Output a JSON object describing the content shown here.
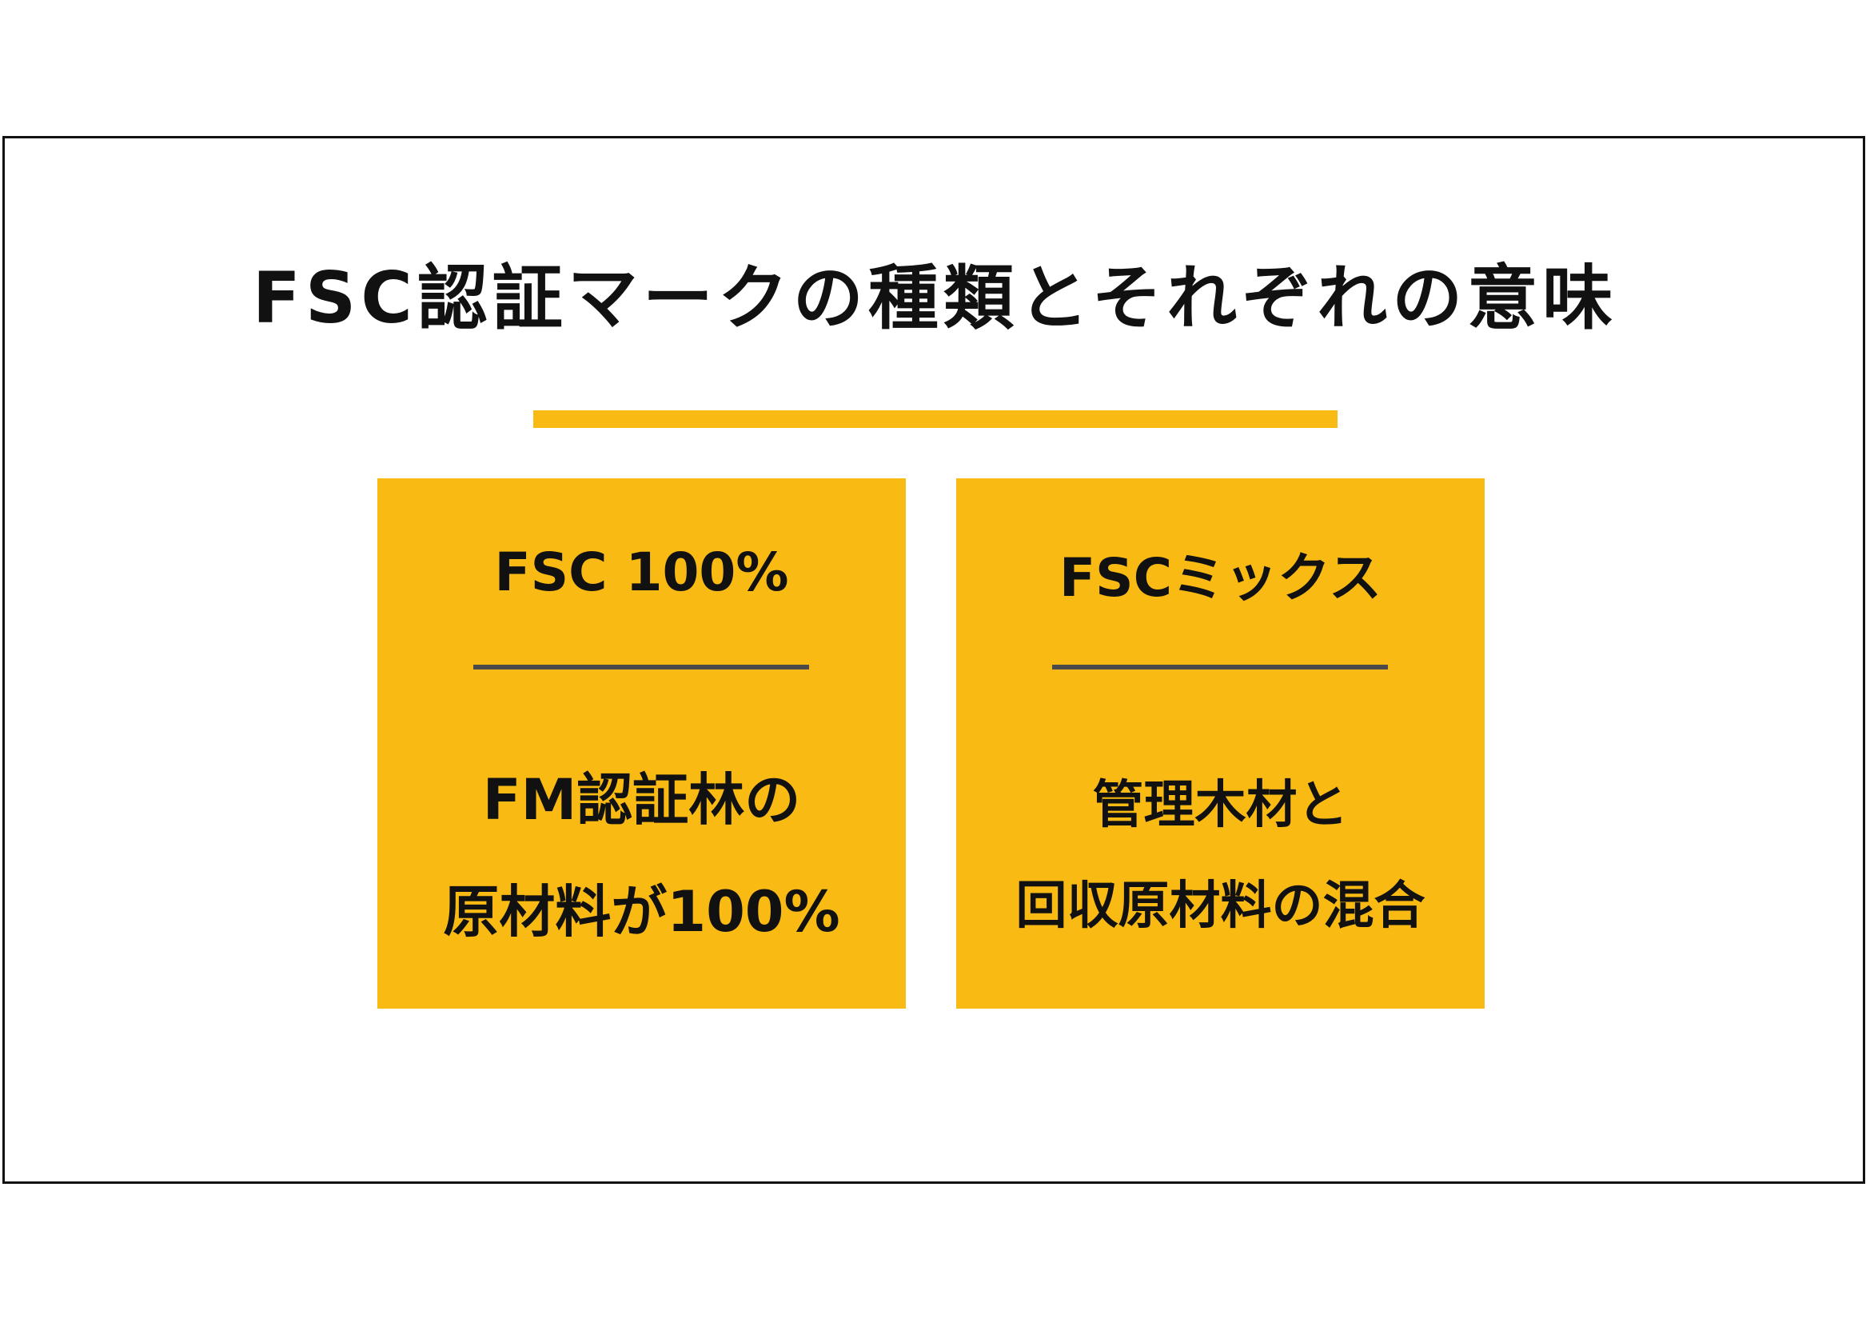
{
  "slide": {
    "title": "FSC認証マークの種類とそれぞれの意味",
    "accent_color": "#F9BA14",
    "divider_color": "#4a4a4a"
  },
  "cards": [
    {
      "title": "FSC 100%",
      "body_lines": [
        "FM認証林の",
        "原材料が100%"
      ]
    },
    {
      "title": "FSCミックス",
      "body_lines": [
        "管理木材と",
        "回収原材料の混合"
      ]
    }
  ]
}
